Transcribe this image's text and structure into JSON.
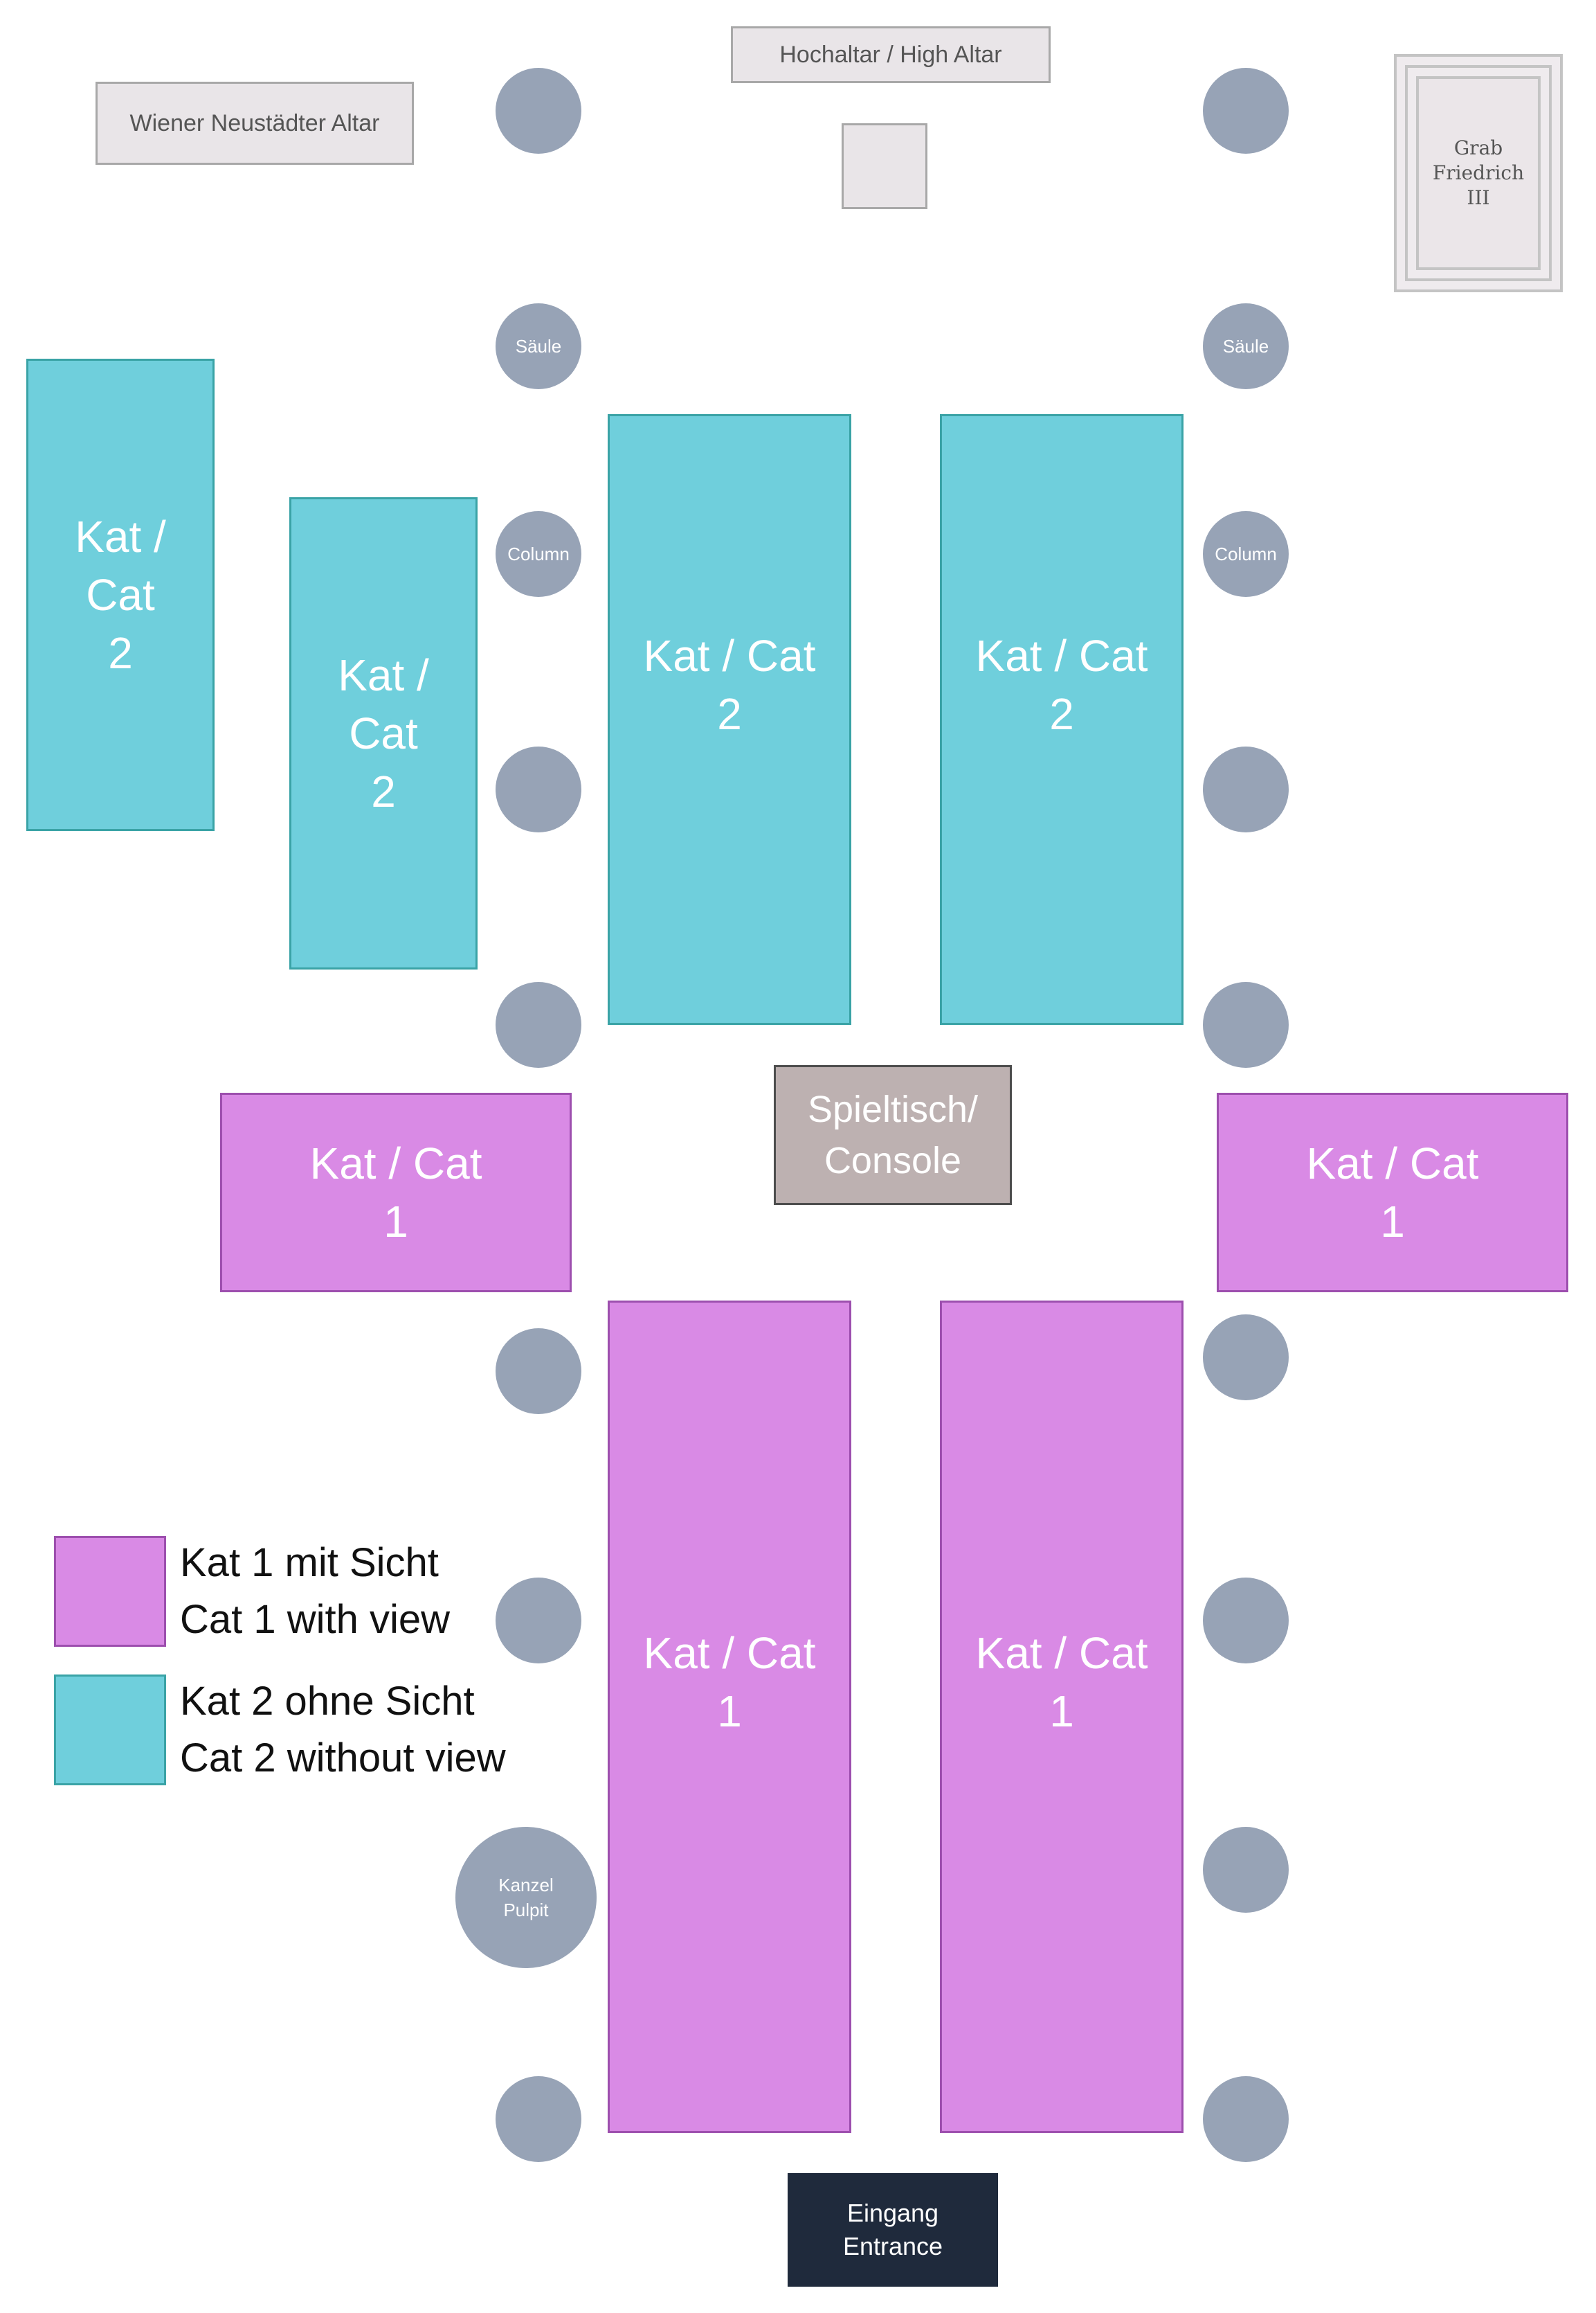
{
  "fixtures": {
    "wiener_altar": "Wiener  Neustädter Altar",
    "high_altar": "Hochaltar / High  Altar",
    "grab": [
      "Grab",
      "Friedrich",
      "III"
    ],
    "console": [
      "Spieltisch/",
      "Console"
    ],
    "entrance": [
      "Eingang",
      "Entrance"
    ],
    "pulpit": [
      "Kanzel",
      "Pulpit"
    ]
  },
  "columns": {
    "saule": "Säule",
    "column": "Column"
  },
  "blocks": {
    "cat2_outer": [
      "Kat /",
      "Cat",
      "2"
    ],
    "cat2_inner": [
      "Kat /",
      "Cat",
      "2"
    ],
    "cat2_center_left": [
      "Kat / Cat",
      "2"
    ],
    "cat2_center_right": [
      "Kat / Cat",
      "2"
    ],
    "cat1_side_left": [
      "Kat / Cat",
      "1"
    ],
    "cat1_side_right": [
      "Kat / Cat",
      "1"
    ],
    "cat1_center_left": [
      "Kat / Cat",
      "1"
    ],
    "cat1_center_right": [
      "Kat / Cat",
      "1"
    ]
  },
  "legend": {
    "cat1": [
      "Kat 1 mit Sicht",
      "Cat 1 with view"
    ],
    "cat2": [
      "Kat 2 ohne Sicht",
      "Cat 2 without view"
    ]
  },
  "colors": {
    "cat1": "#d98ae5",
    "cat2": "#6fcfdc",
    "column": "#97a3b6",
    "console": "#bdb1b1",
    "entrance": "#1f2a3c"
  }
}
